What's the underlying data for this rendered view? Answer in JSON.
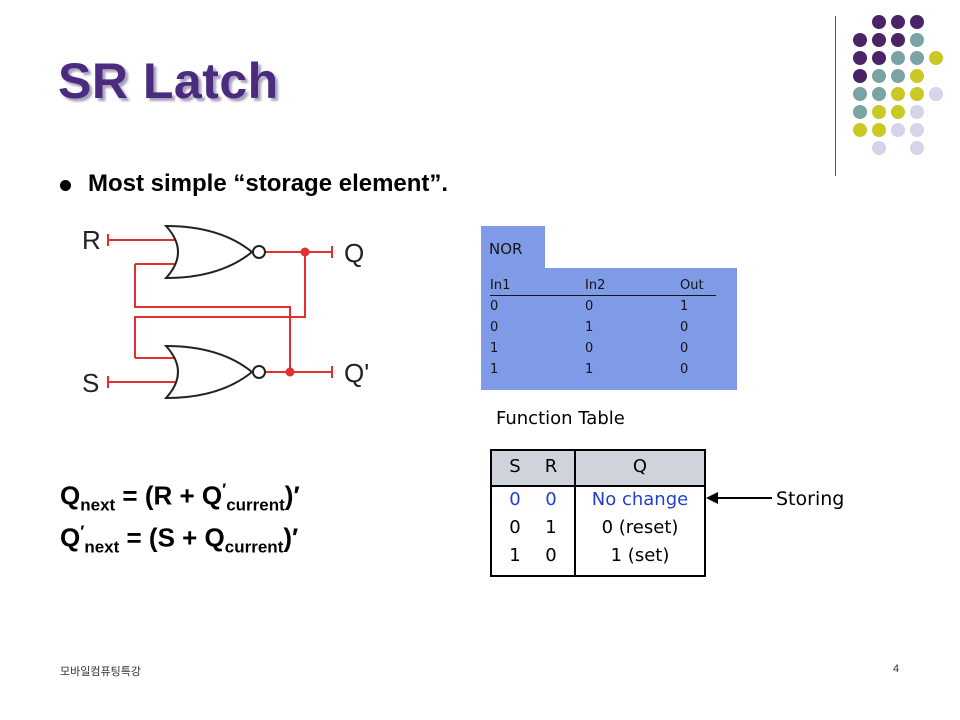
{
  "title": "SR Latch",
  "bullet": "Most simple “storage element”.",
  "circuit": {
    "label_r": "R",
    "label_s": "S",
    "label_q": "Q",
    "label_q_bar": "Q'"
  },
  "equations": {
    "eq1": {
      "lhs": "Q",
      "lhs_sub": "next",
      "mid": " = (R + Q",
      "prime": "′",
      "sub": "current",
      "tail": ")′"
    },
    "eq2": {
      "lhs": "Q",
      "lhs_prime": "′",
      "lhs_sub": "next",
      "mid": " = (S + Q",
      "sub": "current",
      "tail": ")′"
    }
  },
  "nor_table": {
    "tab_label": "NOR",
    "headers": [
      "In1",
      "In2",
      "Out"
    ],
    "rows": [
      [
        "0",
        "0",
        "1"
      ],
      [
        "0",
        "1",
        "0"
      ],
      [
        "1",
        "0",
        "0"
      ],
      [
        "1",
        "1",
        "0"
      ]
    ],
    "bg_color": "#7f9be8"
  },
  "function_table": {
    "caption": "Function Table",
    "headers": [
      "S",
      "R",
      "Q"
    ],
    "rows": [
      [
        "0",
        "0",
        "No change"
      ],
      [
        "0",
        "1",
        "0 (reset)"
      ],
      [
        "1",
        "0",
        "1 (set)"
      ]
    ],
    "highlight_color": "#1f3fd6"
  },
  "annotation": "Storing",
  "footer": {
    "left": "모바일컴퓨팅특강",
    "page": "4"
  },
  "colors": {
    "title": "#4a2b7d",
    "wire": "#e23030",
    "dot_purple": "#4b2468",
    "dot_teal": "#7aa3a3",
    "dot_yellow": "#c9c824",
    "dot_lavender": "#d5d4ea"
  }
}
